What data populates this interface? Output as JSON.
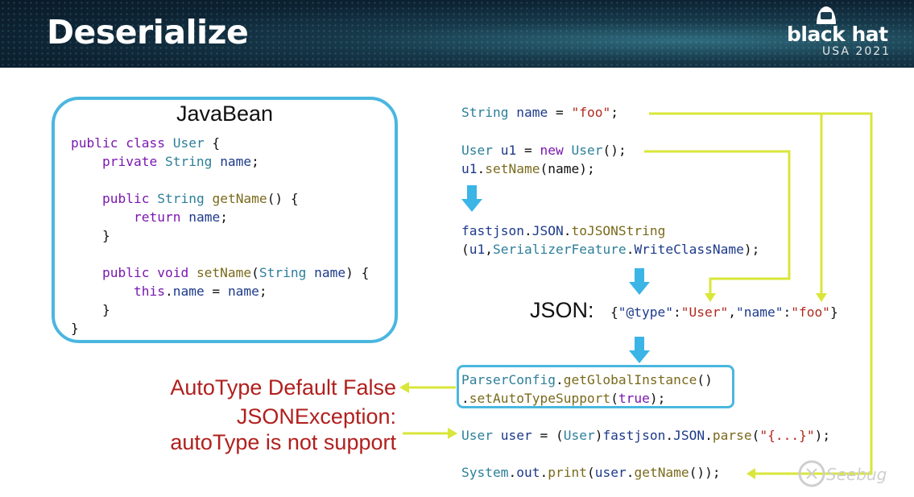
{
  "header": {
    "title": "Deserialize",
    "logo_word": "black hat",
    "logo_sub": "USA 2021"
  },
  "javabean": {
    "title": "JavaBean",
    "code": [
      [
        [
          "kw",
          "public class "
        ],
        [
          "ty",
          "User"
        ],
        [
          "pl",
          " {"
        ]
      ],
      [
        [
          "pl",
          "    "
        ],
        [
          "kw",
          "private "
        ],
        [
          "ty",
          "String "
        ],
        [
          "fld",
          "name"
        ],
        [
          "pl",
          ";"
        ]
      ],
      [],
      [
        [
          "pl",
          "    "
        ],
        [
          "kw",
          "public "
        ],
        [
          "ty",
          "String "
        ],
        [
          "fn",
          "getName"
        ],
        [
          "pl",
          "() {"
        ]
      ],
      [
        [
          "pl",
          "        "
        ],
        [
          "kw",
          "return "
        ],
        [
          "fld",
          "name"
        ],
        [
          "pl",
          ";"
        ]
      ],
      [
        [
          "pl",
          "    }"
        ]
      ],
      [],
      [
        [
          "pl",
          "    "
        ],
        [
          "kw",
          "public void "
        ],
        [
          "fn",
          "setName"
        ],
        [
          "pl",
          "("
        ],
        [
          "ty",
          "String "
        ],
        [
          "fld",
          "name"
        ],
        [
          "pl",
          ") {"
        ]
      ],
      [
        [
          "pl",
          "        "
        ],
        [
          "kw",
          "this"
        ],
        [
          "pl",
          "."
        ],
        [
          "fld",
          "name"
        ],
        [
          "pl",
          " = "
        ],
        [
          "fld",
          "name"
        ],
        [
          "pl",
          ";"
        ]
      ],
      [
        [
          "pl",
          "    }"
        ]
      ],
      [
        [
          "pl",
          "}"
        ]
      ]
    ]
  },
  "flow": {
    "line_name": [
      [
        "ty",
        "String "
      ],
      [
        "fld",
        "name"
      ],
      [
        "pl",
        " = "
      ],
      [
        "str",
        "\"foo\""
      ],
      [
        "pl",
        ";"
      ]
    ],
    "line_user1": [
      [
        "ty",
        "User "
      ],
      [
        "fld",
        "u1"
      ],
      [
        "pl",
        " = "
      ],
      [
        "kw",
        "new "
      ],
      [
        "ty",
        "User"
      ],
      [
        "pl",
        "();"
      ]
    ],
    "line_setname": [
      [
        "fld",
        "u1"
      ],
      [
        "pl",
        "."
      ],
      [
        "fn",
        "setName"
      ],
      [
        "pl",
        "(name);"
      ]
    ],
    "line_tojson1": [
      [
        "fld",
        "fastjson"
      ],
      [
        "pl",
        "."
      ],
      [
        "fld",
        "JSON"
      ],
      [
        "pl",
        "."
      ],
      [
        "fn",
        "toJSONString"
      ]
    ],
    "line_tojson2": [
      [
        "pl",
        "("
      ],
      [
        "fld",
        "u1"
      ],
      [
        "pl",
        ","
      ],
      [
        "ty",
        "SerializerFeature"
      ],
      [
        "pl",
        "."
      ],
      [
        "fld",
        "WriteClassName"
      ],
      [
        "pl",
        ");"
      ]
    ],
    "json_label": "JSON:",
    "json_value": [
      [
        "pl",
        "{"
      ],
      [
        "fld",
        "\"@type\""
      ],
      [
        "pl",
        ":"
      ],
      [
        "str",
        "\"User\""
      ],
      [
        "pl",
        ","
      ],
      [
        "fld",
        "\"name\""
      ],
      [
        "pl",
        ":"
      ],
      [
        "str",
        "\"foo\""
      ],
      [
        "pl",
        "}"
      ]
    ],
    "cfg_line1": [
      [
        "ty",
        "ParserConfig"
      ],
      [
        "pl",
        "."
      ],
      [
        "fn",
        "getGlobalInstance"
      ],
      [
        "pl",
        "()"
      ]
    ],
    "cfg_line2": [
      [
        "pl",
        "."
      ],
      [
        "fn",
        "setAutoTypeSupport"
      ],
      [
        "pl",
        "("
      ],
      [
        "kw",
        "true"
      ],
      [
        "pl",
        ");"
      ]
    ],
    "line_parse": [
      [
        "ty",
        "User "
      ],
      [
        "fld",
        "user"
      ],
      [
        "pl",
        " = ("
      ],
      [
        "ty",
        "User"
      ],
      [
        "pl",
        ")"
      ],
      [
        "fld",
        "fastjson"
      ],
      [
        "pl",
        "."
      ],
      [
        "fld",
        "JSON"
      ],
      [
        "pl",
        "."
      ],
      [
        "fn",
        "parse"
      ],
      [
        "pl",
        "("
      ],
      [
        "str",
        "\"{...}\""
      ],
      [
        "pl",
        ");"
      ]
    ],
    "line_print": [
      [
        "ty",
        "System"
      ],
      [
        "pl",
        "."
      ],
      [
        "fld",
        "out"
      ],
      [
        "pl",
        "."
      ],
      [
        "fn",
        "print"
      ],
      [
        "pl",
        "("
      ],
      [
        "fld",
        "user"
      ],
      [
        "pl",
        "."
      ],
      [
        "fn",
        "getName"
      ],
      [
        "pl",
        "());"
      ]
    ]
  },
  "notes": {
    "autotype_default": "AutoType Default False",
    "exception_line1": "JSONException:",
    "exception_line2": "autoType is not support"
  },
  "watermark": "Seebug",
  "colors": {
    "header_bg": "#0d2232",
    "box_border": "#4ab7df",
    "arrow_blue": "#3ab5e6",
    "connector_green": "#d9e63a",
    "note_red": "#b0201e"
  }
}
